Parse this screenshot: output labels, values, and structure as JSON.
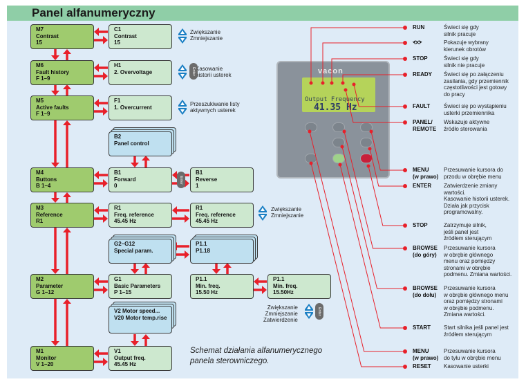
{
  "title": "Panel alfanumeryczny",
  "boxes": {
    "m7": "M7\nContrast\n15",
    "m6": "M6\nFault history\nF 1–9",
    "m5": "M5\nActive faults\nF 1–9",
    "m4": "M4\nButtons\nB 1–4",
    "m3": "M3\nReference\nR1",
    "m2": "M2\nParameter\nG 1–12",
    "m1": "M1\nMonitor\nV 1–20",
    "c1": "C1\nContrast\n15",
    "h1": "H1\n2. Overvoltage",
    "f1": "F1\n1. Overcurrent",
    "b2": "B2\nPanel control",
    "b1": "B1\nForward\n0",
    "b1r": "B1\nReverse\n1",
    "r1": "R1\nFreq. reference\n45.45 Hz",
    "r1b": "R1\nFreq. reference\n45.45 Hz",
    "g2": "G2–G12\nSpecial param.",
    "p118": "P1.1\nP1.18",
    "g1": "G1\nBasic Parameters\nP 1–15",
    "p11": "P1.1\nMin. freq.\n15.50 Hz",
    "p11b": "P1.1\nMin. freq.\n15.50Hz",
    "v2": "V2 Motor speed...\nV20 Motor temp.rise",
    "v1": "V1\nOutput freq.\n45.45 Hz"
  },
  "notes": {
    "c1": "Zwiększanie\nZmniejszanie",
    "h1": "Kasowanie\nhistorii usterek",
    "f1": "Przeszukiwanie listy\naktywnych usterek",
    "r1": "Zwiększanie\nZmniejszanie",
    "p11": "Zwiększanie\nZmniejszanie\nZatwierdzenie",
    "enter": "Enter"
  },
  "caption": "Schemat działania alfanumerycznego\npanela sterowniczego.",
  "device": {
    "brand": "vacon",
    "line1": "Output Frequency",
    "line2": "41.35 Hz"
  },
  "legend": [
    {
      "label": "RUN",
      "desc": "Świeci się gdy\nsilnik pracuje"
    },
    {
      "label": "⟲⟳",
      "desc": "Pokazuje wybrany\nkierunek obrotów"
    },
    {
      "label": "STOP",
      "desc": "Świeci się gdy\nsilnik nie pracuje"
    },
    {
      "label": "READY",
      "desc": "Świeci się po załączeniu\nzasilania, gdy przemiennik\nczęstotliwości jest gotowy\ndo pracy"
    },
    {
      "label": "FAULT",
      "desc": "Świeci się po wystąpieniu\nusterki przemiennika"
    },
    {
      "label": "PANEL/\nREMOTE",
      "desc": "Wskazuje aktywne\nźródło sterowania"
    },
    {
      "label": "MENU\n(w prawo)",
      "desc": "Przesuwanie kursora do\nprzodu w obrębie menu"
    },
    {
      "label": "ENTER",
      "desc": "Zatwierdzenie zmiany\nwartości.\nKasowanie historii usterek.\nDziała jak przycisk\nprogramowalny."
    },
    {
      "label": "STOP",
      "desc": "Zatrzymuje silnik,\njeśli panel jest\nźródłem sterującym"
    },
    {
      "label": "BROWSE\n(do góry)",
      "desc": "Przesuwanie kursora\nw obrębie głównego\nmenu oraz pomiędzy\nstronami w obrębie\npodmenu. Zmiana wartości."
    },
    {
      "label": "BROWSE\n(do dołu)",
      "desc": "Przesuwanie kursora\nw obrębie głównego menu\noraz pomiędzy stronami\nw obrębie podmenu.\nZmiana wartości."
    },
    {
      "label": "START",
      "desc": "Start silnika jeśli panel jest\nźródłem sterującym"
    },
    {
      "label": "MENU\n(w prawo)",
      "desc": "Przesuwanie kursora\ndo tyłu w obrębie menu"
    },
    {
      "label": "RESET",
      "desc": "Kasowanie usterki"
    }
  ],
  "colors": {
    "arrow": "#e8202a",
    "header": "#8fcea7",
    "background": "#deebf7",
    "main_box": "#9fcb6e",
    "sub_box": "#cde8cf",
    "group_box": "#bfe0f0",
    "icon_blue": "#1a7fc4"
  }
}
